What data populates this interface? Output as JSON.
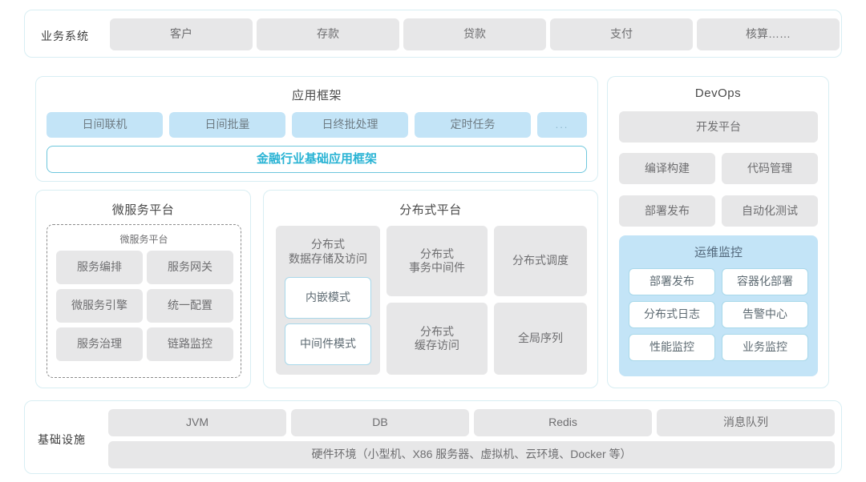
{
  "business_system": {
    "label": "业务系统",
    "items": [
      "客户",
      "存款",
      "贷款",
      "支付",
      "核算……"
    ]
  },
  "app_framework": {
    "title": "应用框架",
    "items": [
      "日间联机",
      "日间批量",
      "日终批处理",
      "定时任务",
      "..."
    ],
    "highlight": "金融行业基础应用框架"
  },
  "micro_service": {
    "title": "微服务平台",
    "inner_title": "微服务平台",
    "items": [
      "服务编排",
      "服务网关",
      "微服务引擎",
      "统一配置",
      "服务治理",
      "链路监控"
    ]
  },
  "distributed": {
    "title": "分布式平台",
    "storage": {
      "title": "分布式\n数据存储及访问",
      "modes": [
        "内嵌模式",
        "中间件模式"
      ]
    },
    "items": [
      "分布式\n事务中间件",
      "分布式调度",
      "分布式\n缓存访问",
      "全局序列"
    ]
  },
  "devops": {
    "title": "DevOps",
    "platform": "开发平台",
    "items": [
      "编译构建",
      "代码管理",
      "部署发布",
      "自动化测试"
    ],
    "ops_monitor": {
      "title": "运维监控",
      "items": [
        "部署发布",
        "容器化部署",
        "分布式日志",
        "告警中心",
        "性能监控",
        "业务监控"
      ]
    }
  },
  "infrastructure": {
    "label": "基础设施",
    "items": [
      "JVM",
      "DB",
      "Redis",
      "消息队列"
    ],
    "hardware": "硬件环境（小型机、X86 服务器、虚拟机、云环境、Docker 等）"
  },
  "colors": {
    "panel_border": "#d8eef3",
    "gray_cell": "#e7e7e8",
    "blue_cell": "#c3e4f7",
    "accent_cyan": "#29b3d4"
  }
}
